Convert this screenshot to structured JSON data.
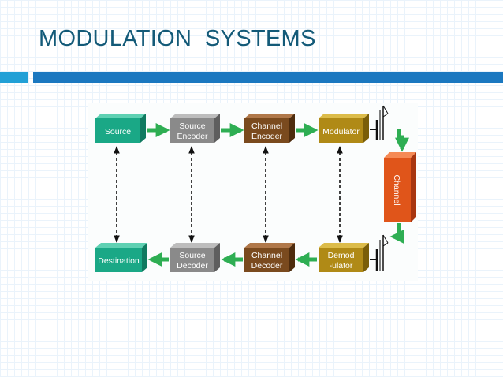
{
  "slide": {
    "title": "MODULATION  SYSTEMS"
  },
  "diagram": {
    "blocks": {
      "source": [
        "Source"
      ],
      "source_encoder": [
        "Source",
        "Encoder"
      ],
      "channel_encoder": [
        "Channel",
        "Encoder"
      ],
      "modulator": [
        "Modulator"
      ],
      "channel": [
        "Channel"
      ],
      "destination": [
        "Destination"
      ],
      "source_decoder": [
        "Source",
        "Decoder"
      ],
      "channel_decoder": [
        "Channel",
        "Decoder"
      ],
      "demodulator": [
        "Demod",
        "-ulator"
      ]
    },
    "colors": {
      "source": "#1aa886",
      "encoder_decoder": "#8a8a8a",
      "channel_codec": "#7a4a1e",
      "modem": "#b08a16",
      "channel": "#e0551a",
      "arrow": "#2eae53"
    }
  }
}
